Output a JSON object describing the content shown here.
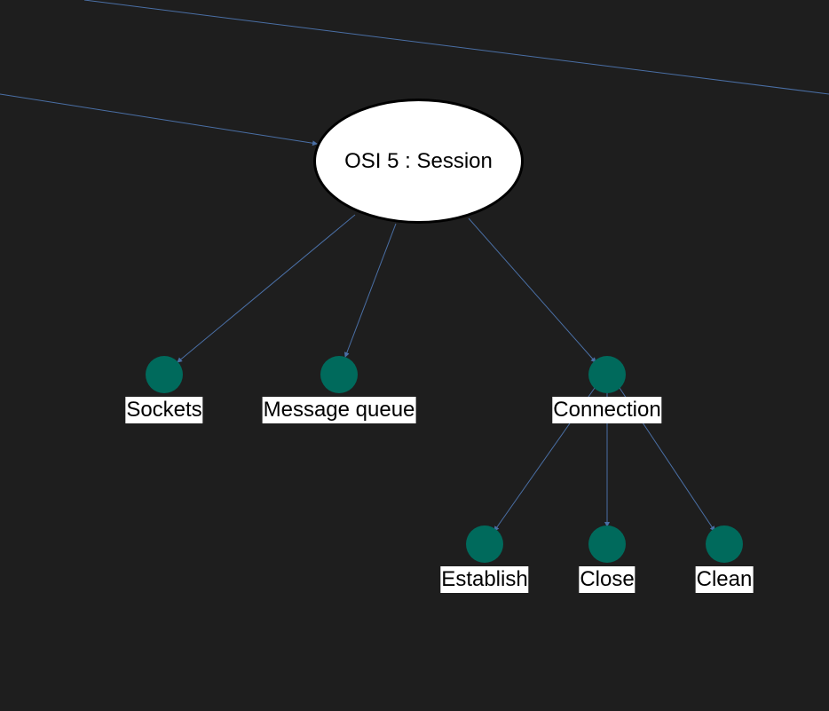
{
  "diagram": {
    "root": {
      "label": "OSI 5 : Session"
    },
    "children": [
      {
        "id": "sockets",
        "label": "Sockets"
      },
      {
        "id": "message-queue",
        "label": "Message queue"
      },
      {
        "id": "connection",
        "label": "Connection"
      }
    ],
    "grandchildren": [
      {
        "id": "establish",
        "label": "Establish",
        "parent": "connection"
      },
      {
        "id": "close",
        "label": "Close",
        "parent": "connection"
      },
      {
        "id": "clean",
        "label": "Clean",
        "parent": "connection"
      }
    ],
    "colors": {
      "background": "#1e1e1e",
      "edge": "#4a6fa5",
      "node_fill": "#006a5c",
      "root_fill": "#ffffff",
      "label_bg": "#ffffff",
      "text": "#000000"
    }
  }
}
